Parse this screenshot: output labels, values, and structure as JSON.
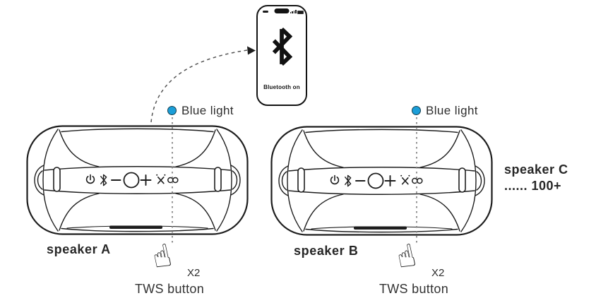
{
  "phone": {
    "status_label": "Bluetooth on"
  },
  "speaker_a": {
    "name": "speaker A",
    "light_label": "Blue light",
    "tap_count": "X2",
    "button_label": "TWS button"
  },
  "speaker_b": {
    "name": "speaker B",
    "light_label": "Blue light",
    "tap_count": "X2",
    "button_label": "TWS button"
  },
  "speaker_c": {
    "name": "speaker C",
    "count": "...... 100+"
  },
  "icons": {
    "tap_hand": "☝"
  },
  "colors": {
    "blue_light": "#1b9ed8",
    "line_art": "#1d1d1d",
    "dashed_line": "#7a7a7a"
  },
  "control_panel": {
    "icons": [
      "power-icon",
      "bluetooth-icon",
      "volume-down-icon",
      "play-button",
      "volume-up-icon",
      "party-mode-icon",
      "tws-infinity-icon"
    ]
  }
}
